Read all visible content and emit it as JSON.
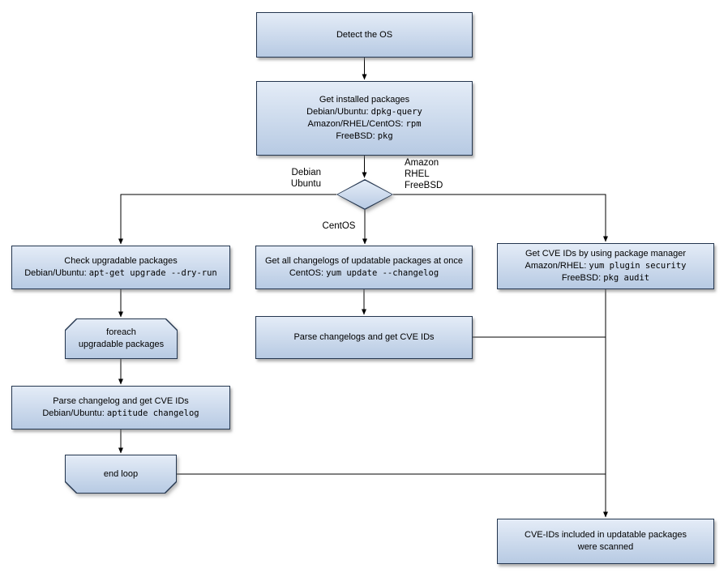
{
  "diagram": {
    "title": "OS detection and CVE scan flowchart",
    "colors": {
      "node_border": "#24364f",
      "node_fill_top": "#e4ecf7",
      "node_fill_bottom": "#b7cae3",
      "connector": "#000000",
      "background": "#ffffff"
    },
    "nodes": {
      "detect": {
        "title": "Detect the OS"
      },
      "installed": {
        "title": "Get installed packages",
        "rows": [
          {
            "pre": "Debian/Ubuntu: ",
            "cmd": "dpkg-query"
          },
          {
            "pre": "Amazon/RHEL/CentOS: ",
            "cmd": "rpm"
          },
          {
            "pre": "FreeBSD: ",
            "cmd": "pkg"
          }
        ]
      },
      "check_upgradable": {
        "title": "Check upgradable packages",
        "rows": [
          {
            "pre": "Debian/Ubuntu: ",
            "cmd": "apt-get upgrade --dry-run"
          }
        ]
      },
      "changelogs_once": {
        "title": "Get all changelogs of updatable packages at once",
        "rows": [
          {
            "pre": "CentOS: ",
            "cmd": "yum update --changelog"
          }
        ]
      },
      "cve_pkg_manager": {
        "title": "Get CVE IDs by using package manager",
        "rows": [
          {
            "pre": "Amazon/RHEL: ",
            "cmd": "yum plugin security"
          },
          {
            "pre": "FreeBSD: ",
            "cmd": "pkg audit"
          }
        ]
      },
      "foreach_loop": {
        "lines": [
          "foreach",
          "upgradable packages"
        ]
      },
      "parse_changelog": {
        "title": "Parse changelog and get CVE IDs",
        "rows": [
          {
            "pre": "Debian/Ubuntu: ",
            "cmd": "aptitude changelog"
          }
        ]
      },
      "end_loop": {
        "title": "end loop"
      },
      "parse_changelogs": {
        "title": "Parse changelogs and get CVE IDs"
      },
      "scanned": {
        "lines": [
          "CVE-IDs included in updatable packages",
          "were scanned"
        ]
      }
    },
    "edge_labels": {
      "left": [
        "Debian",
        "Ubuntu"
      ],
      "right": [
        "Amazon",
        "RHEL",
        "FreeBSD"
      ],
      "bottom": "CentOS"
    }
  }
}
